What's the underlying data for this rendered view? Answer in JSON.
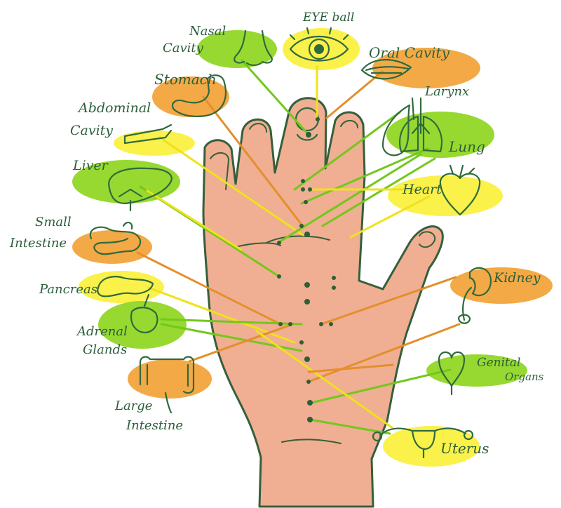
{
  "colors": {
    "green": "#8ed61e",
    "orange": "#f2a236",
    "yellow": "#fbf03c",
    "ink": "#2f6a3d",
    "skin": "#f0ae93"
  },
  "labels": {
    "nasal_1": "Nasal",
    "nasal_2": "Cavity",
    "eye": "EYE ball",
    "oral": "Oral Cavity",
    "stomach": "Stomach",
    "larynx": "Larynx",
    "abdominal_1": "Abdominal",
    "abdominal_2": "Cavity",
    "lung": "Lung",
    "liver": "Liver",
    "heart": "Heart",
    "small_int_1": "Small",
    "small_int_2": "Intestine",
    "kidney": "Kidney",
    "pancreas": "Pancreas",
    "adrenal_1": "Adrenal",
    "adrenal_2": "Glands",
    "genital_1": "Genital",
    "genital_2": "Organs",
    "large_int_1": "Large",
    "large_int_2": "Intestine",
    "uterus": "Uterus"
  }
}
